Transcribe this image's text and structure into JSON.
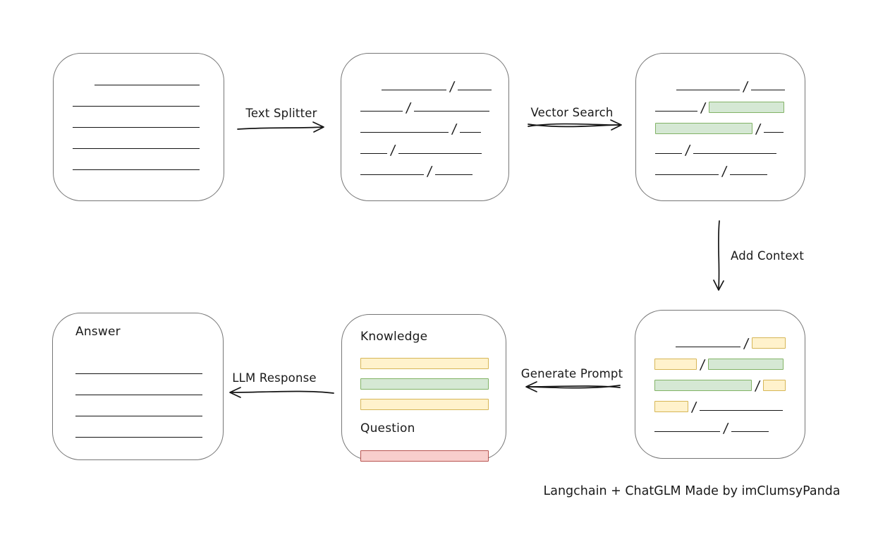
{
  "caption": "Langchain + ChatGLM Made by imClumsyPanda",
  "colors": {
    "green_fill": "#d5e8d4",
    "green_border": "#82b366",
    "yellow_fill": "#fff2cc",
    "yellow_border": "#d6b656",
    "red_fill": "#f8cecc",
    "red_border": "#b85450",
    "box_border": "#767676",
    "line": "#141414"
  },
  "diagram": {
    "slash": "/"
  },
  "arrows": {
    "text_splitter": {
      "label": "Text Splitter",
      "direction": "right"
    },
    "vector_search": {
      "label": "Vector Search",
      "direction": "right"
    },
    "add_context": {
      "label": "Add Context",
      "direction": "down"
    },
    "generate_prompt": {
      "label": "Generate Prompt",
      "direction": "left"
    },
    "llm_response": {
      "label": "LLM Response",
      "direction": "left"
    }
  },
  "boxes": {
    "document": {
      "rows": [
        [
          {
            "t": "gap",
            "w": 31
          },
          {
            "t": "line",
            "w": 149
          }
        ],
        [
          {
            "t": "line",
            "w": 180
          }
        ],
        [
          {
            "t": "line",
            "w": 180
          }
        ],
        [
          {
            "t": "line",
            "w": 180
          }
        ],
        [
          {
            "t": "line",
            "w": 180
          }
        ]
      ]
    },
    "chunks": {
      "rows": [
        [
          {
            "t": "gap",
            "w": 30
          },
          {
            "t": "line",
            "w": 93
          },
          {
            "t": "slash"
          },
          {
            "t": "line",
            "w": 48
          }
        ],
        [
          {
            "t": "line",
            "w": 60
          },
          {
            "t": "slash"
          },
          {
            "t": "line",
            "w": 107
          }
        ],
        [
          {
            "t": "line",
            "w": 125
          },
          {
            "t": "slash"
          },
          {
            "t": "line",
            "w": 30
          }
        ],
        [
          {
            "t": "line",
            "w": 38
          },
          {
            "t": "slash"
          },
          {
            "t": "line",
            "w": 118
          }
        ],
        [
          {
            "t": "line",
            "w": 90
          },
          {
            "t": "slash"
          },
          {
            "t": "line",
            "w": 53
          }
        ]
      ]
    },
    "matched": {
      "rows": [
        [
          {
            "t": "gap",
            "w": 30
          },
          {
            "t": "line",
            "w": 90
          },
          {
            "t": "slash"
          },
          {
            "t": "line",
            "w": 48
          }
        ],
        [
          {
            "t": "line",
            "w": 60
          },
          {
            "t": "slash"
          },
          {
            "t": "green",
            "w": 107
          }
        ],
        [
          {
            "t": "green",
            "w": 138
          },
          {
            "t": "slash"
          },
          {
            "t": "line",
            "w": 28
          }
        ],
        [
          {
            "t": "line",
            "w": 38
          },
          {
            "t": "slash"
          },
          {
            "t": "line",
            "w": 118
          }
        ],
        [
          {
            "t": "line",
            "w": 90
          },
          {
            "t": "slash"
          },
          {
            "t": "line",
            "w": 53
          }
        ]
      ]
    },
    "context": {
      "rows": [
        [
          {
            "t": "gap",
            "w": 30
          },
          {
            "t": "line",
            "w": 93
          },
          {
            "t": "slash"
          },
          {
            "t": "yellow",
            "w": 48
          }
        ],
        [
          {
            "t": "yellow",
            "w": 60
          },
          {
            "t": "slash"
          },
          {
            "t": "green",
            "w": 107
          }
        ],
        [
          {
            "t": "green",
            "w": 138
          },
          {
            "t": "slash"
          },
          {
            "t": "yellow",
            "w": 32
          }
        ],
        [
          {
            "t": "yellow",
            "w": 48
          },
          {
            "t": "slash"
          },
          {
            "t": "line",
            "w": 118
          }
        ],
        [
          {
            "t": "line",
            "w": 93
          },
          {
            "t": "slash"
          },
          {
            "t": "line",
            "w": 53
          }
        ]
      ]
    },
    "prompt": {
      "knowledge_label": "Knowledge",
      "question_label": "Question",
      "knowledge_rows": [
        [
          {
            "t": "yellow",
            "w": 182
          }
        ],
        [
          {
            "t": "green",
            "w": 182
          }
        ],
        [
          {
            "t": "yellow",
            "w": 182
          }
        ]
      ],
      "question_rows": [
        [
          {
            "t": "red",
            "w": 182
          }
        ]
      ]
    },
    "answer": {
      "title": "Answer",
      "rows": [
        [
          {
            "t": "line",
            "w": 180
          }
        ],
        [
          {
            "t": "line",
            "w": 180
          }
        ],
        [
          {
            "t": "line",
            "w": 180
          }
        ],
        [
          {
            "t": "line",
            "w": 180
          }
        ]
      ]
    }
  }
}
